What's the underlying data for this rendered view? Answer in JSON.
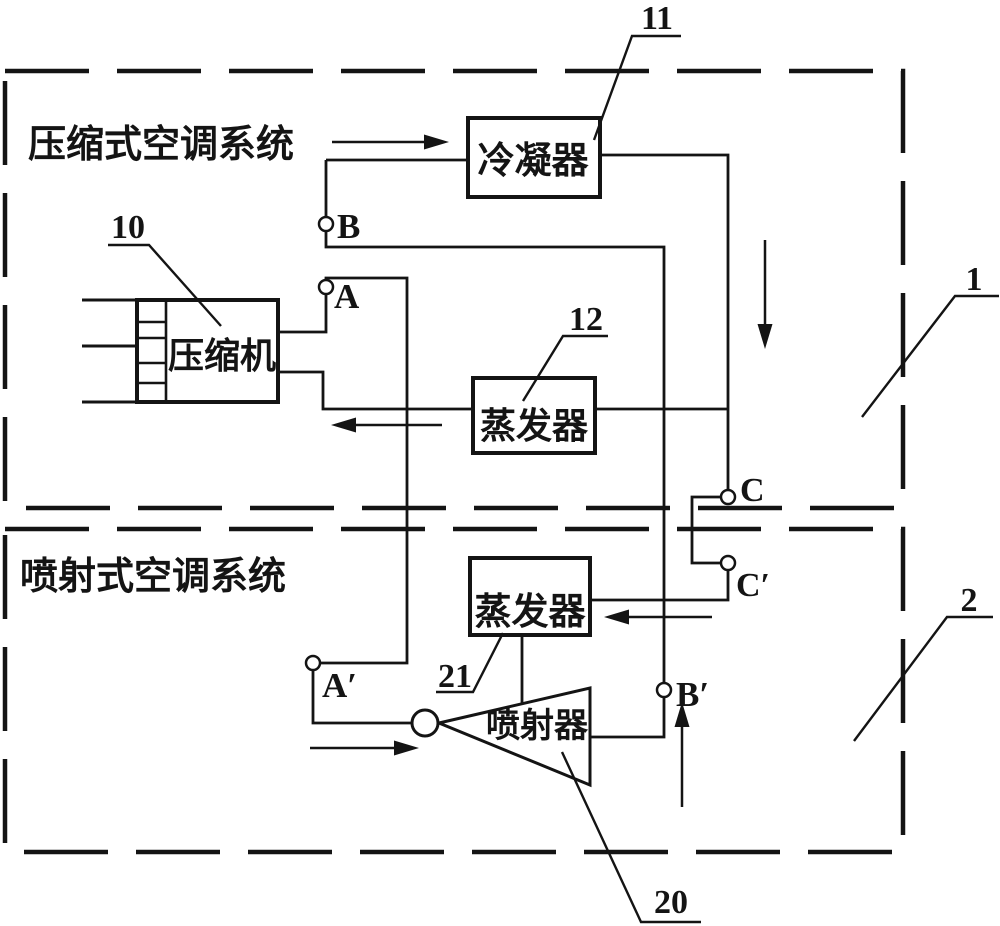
{
  "colors": {
    "ink": "#141414",
    "paper": "#ffffff"
  },
  "systems": {
    "compression": {
      "title": "压缩式空调系统",
      "ref": "1"
    },
    "ejector": {
      "title": "喷射式空调系统",
      "ref": "2"
    }
  },
  "components": {
    "compressor": {
      "label": "压缩机",
      "ref": "10"
    },
    "condenser": {
      "label": "冷凝器",
      "ref": "11"
    },
    "evaporator1": {
      "label": "蒸发器",
      "ref": "12"
    },
    "ejector": {
      "label": "喷射器",
      "ref": "20"
    },
    "evaporator2": {
      "label": "蒸发器",
      "ref": "21"
    }
  },
  "points": {
    "a": "A",
    "b": "B",
    "c": "C",
    "a2": "A′",
    "b2": "B′",
    "c2": "C′"
  }
}
